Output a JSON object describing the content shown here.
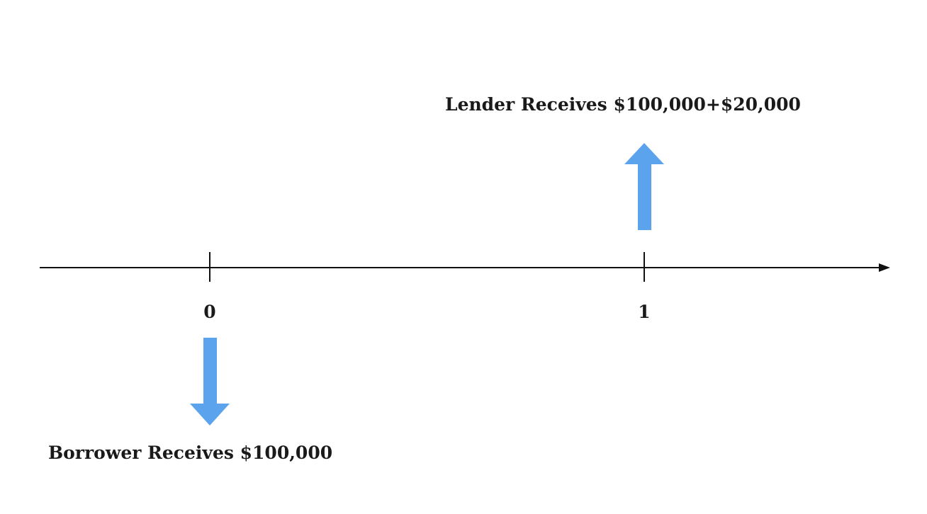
{
  "timeline": {
    "periods": [
      "0",
      "1"
    ]
  },
  "cash_flows": {
    "lender": {
      "label": "Lender Receives $100,000+$20,000",
      "direction": "up"
    },
    "borrower": {
      "label": "Borrower Receives $100,000",
      "direction": "down"
    }
  },
  "colors": {
    "arrow": "#5ba3ec",
    "line": "#111111",
    "text": "#1a1a1a",
    "background": "#ffffff"
  }
}
